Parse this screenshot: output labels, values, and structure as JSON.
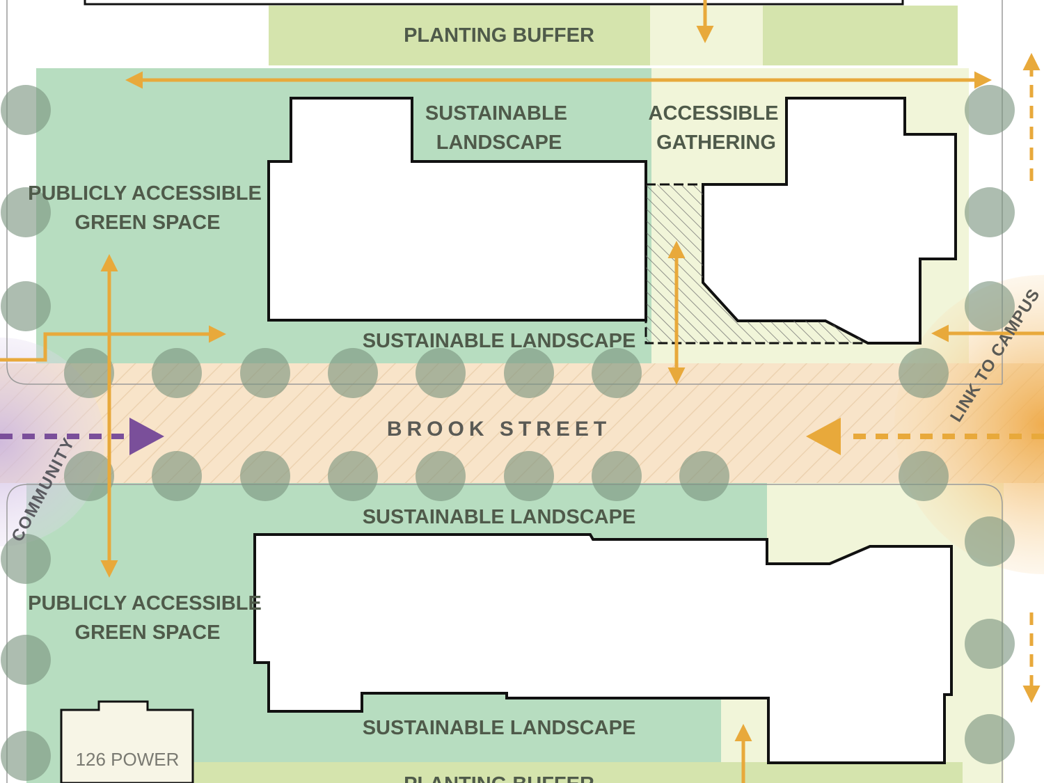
{
  "labels": {
    "planting_buffer_top": "PLANTING BUFFER",
    "planting_buffer_bottom": "PLANTING BUFFER",
    "sustainable_landscape_top": [
      "SUSTAINABLE",
      "LANDSCAPE"
    ],
    "accessible_gathering": [
      "ACCESSIBLE",
      "GATHERING"
    ],
    "green_space_north": [
      "PUBLICLY ACCESSIBLE",
      "GREEN SPACE"
    ],
    "green_space_south": [
      "PUBLICLY ACCESSIBLE",
      "GREEN SPACE"
    ],
    "sustainable_landscape_north": "SUSTAINABLE LANDSCAPE",
    "sustainable_landscape_south_top": "SUSTAINABLE LANDSCAPE",
    "sustainable_landscape_south_bottom": "SUSTAINABLE LANDSCAPE",
    "street_name": "BROOK STREET",
    "link_to_campus": "LINK TO CAMPUS",
    "community": "COMMUNITY",
    "power_building": "126 POWER"
  },
  "colors": {
    "green_space": "#b7ddc0",
    "planting_buffer": "#d5e4ad",
    "pale_yellow": "#f1f5d9",
    "street": "#f8e4c9",
    "arrow_orange": "#e8a93b",
    "arrow_purple": "#7a4f9a",
    "tree": "#7a9480",
    "building_outline": "#111111"
  }
}
